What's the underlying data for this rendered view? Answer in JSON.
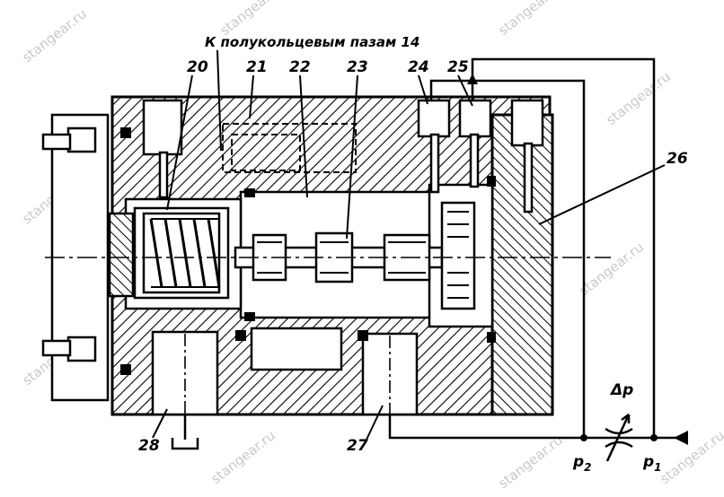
{
  "caption": "К полукольцевым пазам 14",
  "labels": {
    "l20a": "20",
    "l21": "21",
    "l22": "22",
    "l23": "23",
    "l24": "24",
    "l25": "25",
    "l26": "26",
    "l27": "27",
    "l28": "28"
  },
  "pressure": {
    "delta": "Δp",
    "p2": "p",
    "p2_sub": "2",
    "p1": "p",
    "p1_sub": "1"
  },
  "watermark": "stangear.ru"
}
